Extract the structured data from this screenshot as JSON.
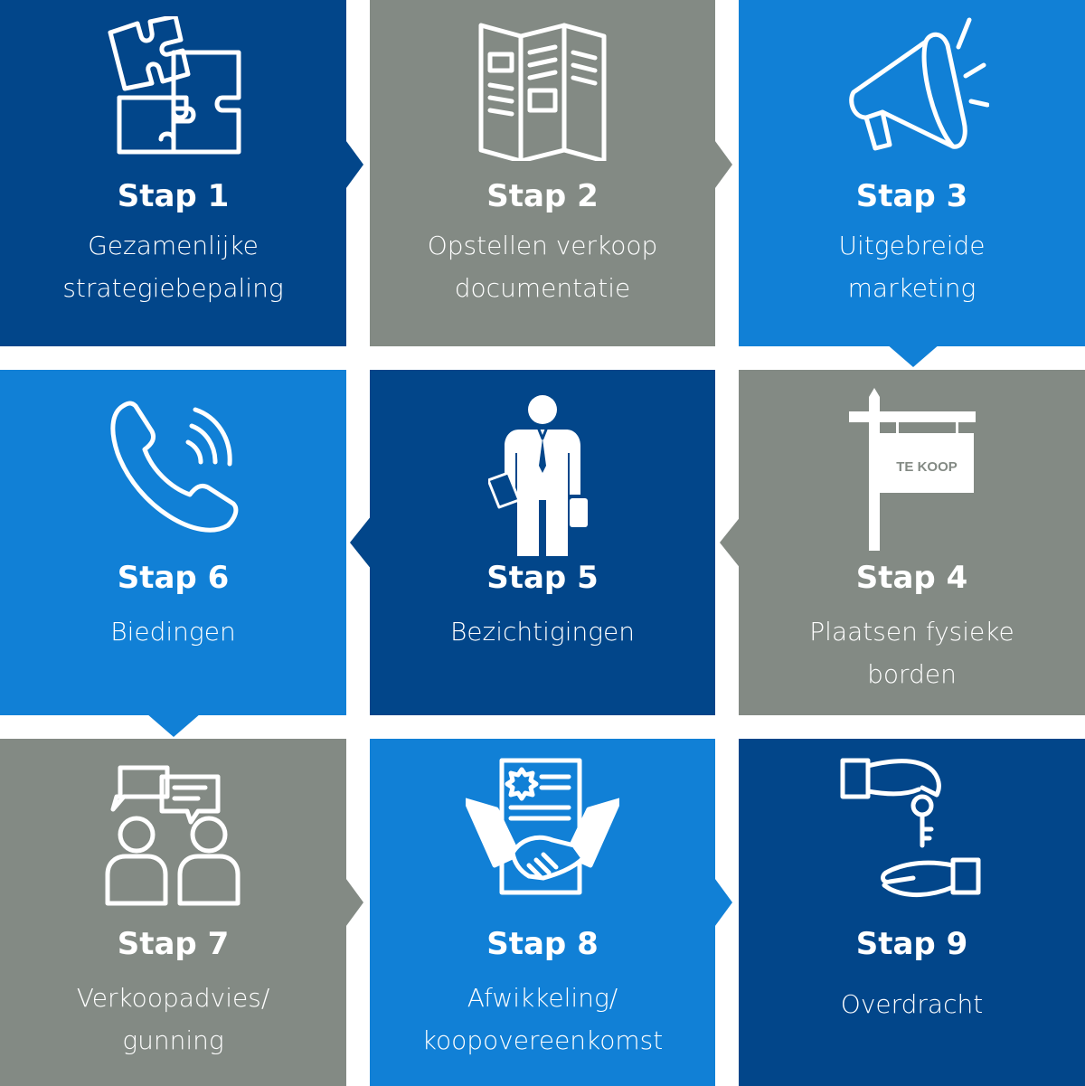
{
  "steps": [
    {
      "title": "Stap 1",
      "desc": "Gezamenlijke\nstrategiebepaling",
      "icon": "puzzle-icon",
      "color": "#02468a"
    },
    {
      "title": "Stap 2",
      "desc": "Opstellen verkoop\ndocumentatie",
      "icon": "brochure-icon",
      "color": "#838a84"
    },
    {
      "title": "Stap 3",
      "desc": "Uitgebreide\nmarketing",
      "icon": "megaphone-icon",
      "color": "#1180d6"
    },
    {
      "title": "Stap 4",
      "desc": "Plaatsen fysieke\nborden",
      "icon": "for-sale-sign-icon",
      "color": "#838a84",
      "sign_text": "TE KOOP"
    },
    {
      "title": "Stap 5",
      "desc": "Bezichtigingen",
      "icon": "businessman-icon",
      "color": "#02468a"
    },
    {
      "title": "Stap 6",
      "desc": "Biedingen",
      "icon": "phone-icon",
      "color": "#1180d6"
    },
    {
      "title": "Stap 7",
      "desc": "Verkoopadvies/\ngunning",
      "icon": "conversation-icon",
      "color": "#838a84"
    },
    {
      "title": "Stap 8",
      "desc": "Afwikkeling/\nkoopovereenkomst",
      "icon": "contract-handshake-icon",
      "color": "#1180d6"
    },
    {
      "title": "Stap 9",
      "desc": "Overdracht",
      "icon": "key-handover-icon",
      "color": "#02468a"
    }
  ]
}
